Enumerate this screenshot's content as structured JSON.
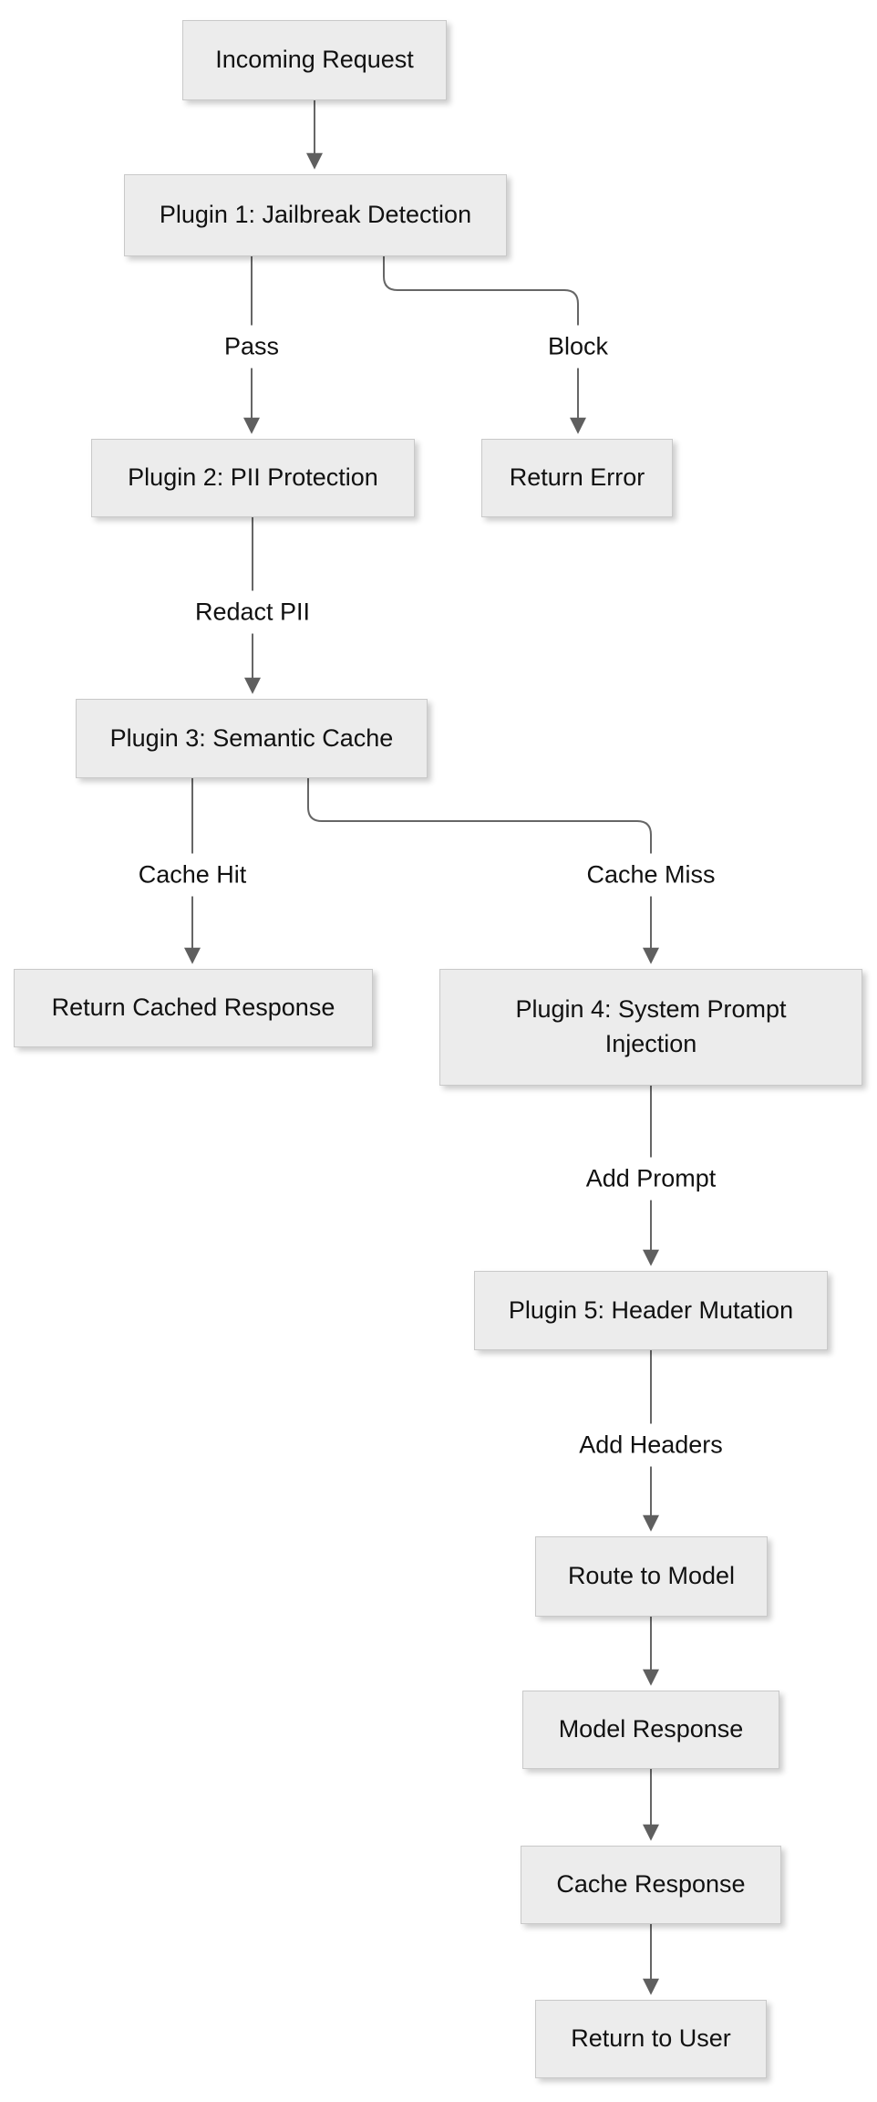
{
  "diagram": {
    "type": "flowchart-top-down",
    "background_color": "#ffffff",
    "node_fill_color": "#ececec",
    "node_border_color": "#c9c9c9",
    "edge_color": "#666666",
    "text_color": "#111111",
    "nodes": [
      {
        "id": "incoming_request",
        "label": "Incoming Request"
      },
      {
        "id": "plugin1",
        "label": "Plugin 1: Jailbreak Detection"
      },
      {
        "id": "plugin2",
        "label": "Plugin 2: PII Protection"
      },
      {
        "id": "return_error",
        "label": "Return Error"
      },
      {
        "id": "plugin3",
        "label": "Plugin 3: Semantic Cache"
      },
      {
        "id": "return_cached_response",
        "label": "Return Cached Response"
      },
      {
        "id": "plugin4",
        "label": "Plugin 4: System Prompt\nInjection"
      },
      {
        "id": "plugin5",
        "label": "Plugin 5: Header Mutation"
      },
      {
        "id": "route_to_model",
        "label": "Route to Model"
      },
      {
        "id": "model_response",
        "label": "Model Response"
      },
      {
        "id": "cache_response",
        "label": "Cache Response"
      },
      {
        "id": "return_to_user",
        "label": "Return to User"
      }
    ],
    "edge_labels": [
      {
        "id": "pass",
        "label": "Pass"
      },
      {
        "id": "block",
        "label": "Block"
      },
      {
        "id": "redact_pii",
        "label": "Redact PII"
      },
      {
        "id": "cache_hit",
        "label": "Cache Hit"
      },
      {
        "id": "cache_miss",
        "label": "Cache Miss"
      },
      {
        "id": "add_prompt",
        "label": "Add Prompt"
      },
      {
        "id": "add_headers",
        "label": "Add Headers"
      }
    ],
    "connections": [
      {
        "from": "Incoming Request",
        "to": "Plugin 1: Jailbreak Detection",
        "label": ""
      },
      {
        "from": "Plugin 1: Jailbreak Detection",
        "to": "Plugin 2: PII Protection",
        "label": "Pass"
      },
      {
        "from": "Plugin 1: Jailbreak Detection",
        "to": "Return Error",
        "label": "Block"
      },
      {
        "from": "Plugin 2: PII Protection",
        "to": "Plugin 3: Semantic Cache",
        "label": "Redact PII"
      },
      {
        "from": "Plugin 3: Semantic Cache",
        "to": "Return Cached Response",
        "label": "Cache Hit"
      },
      {
        "from": "Plugin 3: Semantic Cache",
        "to": "Plugin 4: System Prompt Injection",
        "label": "Cache Miss"
      },
      {
        "from": "Plugin 4: System Prompt Injection",
        "to": "Plugin 5: Header Mutation",
        "label": "Add Prompt"
      },
      {
        "from": "Plugin 5: Header Mutation",
        "to": "Route to Model",
        "label": "Add Headers"
      },
      {
        "from": "Route to Model",
        "to": "Model Response",
        "label": ""
      },
      {
        "from": "Model Response",
        "to": "Cache Response",
        "label": ""
      },
      {
        "from": "Cache Response",
        "to": "Return to User",
        "label": ""
      }
    ]
  }
}
